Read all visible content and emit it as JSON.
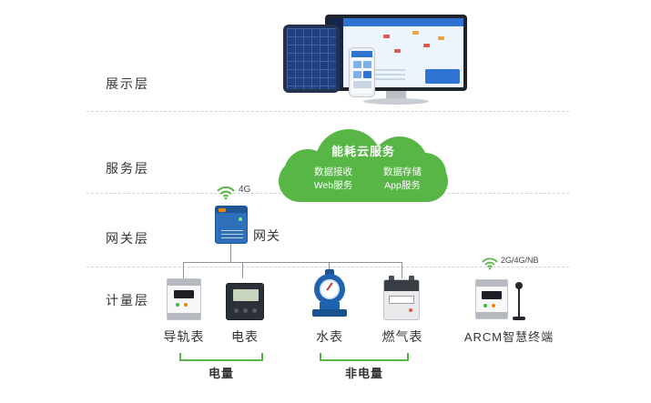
{
  "colors": {
    "accent_green": "#58b647",
    "gateway_blue": "#2d6fb8",
    "water_blue": "#1f63b0",
    "line_gray": "#8d939b"
  },
  "layers": [
    {
      "label": "展示层"
    },
    {
      "label": "服务层"
    },
    {
      "label": "网关层"
    },
    {
      "label": "计量层"
    }
  ],
  "cloud": {
    "title": "能耗云服务",
    "left": [
      "数据接收",
      "Web服务"
    ],
    "right": [
      "数据存储",
      "App服务"
    ]
  },
  "gateway": {
    "label": "网关",
    "signal": "4G"
  },
  "arcm": {
    "signal": "2G/4G/NB"
  },
  "meters": [
    {
      "label": "导轨表"
    },
    {
      "label": "电表"
    },
    {
      "label": "水表"
    },
    {
      "label": "燃气表"
    },
    {
      "label": "ARCM智慧终端"
    }
  ],
  "groups": [
    {
      "label": "电量"
    },
    {
      "label": "非电量"
    }
  ],
  "icons": {
    "wifi_gateway": "wifi-icon",
    "wifi_arcm": "wifi-icon"
  }
}
